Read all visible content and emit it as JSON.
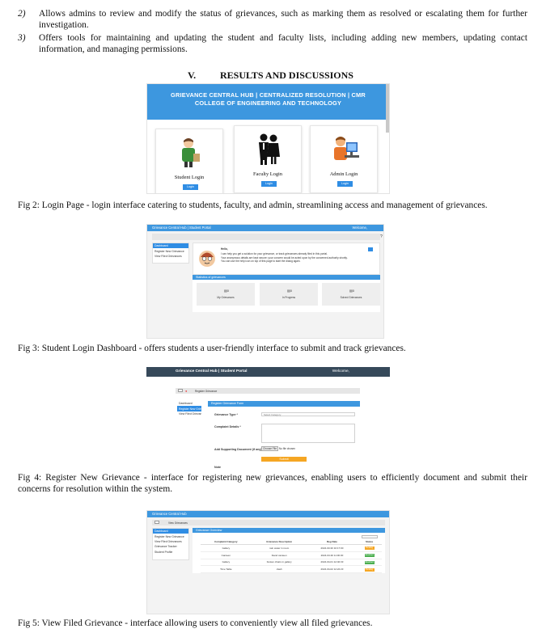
{
  "list_items": [
    {
      "num": "2)",
      "text": "Allows admins to review and modify the status of grievances, such as marking them as resolved or escalating them for further investigation."
    },
    {
      "num": "3)",
      "text": "Offers tools for maintaining and updating the student and faculty lists, including adding new members, updating contact information, and managing permissions."
    }
  ],
  "section": {
    "number": "V.",
    "title": "RESULTS AND DISCUSSIONS"
  },
  "fig2": {
    "banner": "GRIEVANCE CENTRAL HUB | CENTRALIZED RESOLUTION | CMR COLLEGE OF ENGINEERING AND TECHNOLOGY",
    "cards": [
      {
        "label": "Student Login",
        "button": "Login",
        "icon": "student-icon"
      },
      {
        "label": "Faculty Login",
        "button": "Login",
        "icon": "faculty-icon"
      },
      {
        "label": "Admin Login",
        "button": "Login",
        "icon": "admin-icon"
      }
    ],
    "caption": "Fig 2: Login Page - login interface catering to students, faculty, and admin, streamlining access and management of grievances."
  },
  "fig3": {
    "title": "Grievance Central Hub | Student Portal",
    "welcome": "Welcome,",
    "sidebar": [
      "Dashboard",
      "Register New Grievance",
      "View Filed Grievances"
    ],
    "hello": "Hello,",
    "intro_lines": [
      "I can help you get a solution for your grievance, or track grievances already filed in this portal.",
      "Your anonymous details are kept secure; your concern would be acted upon by the concerned authority shortly.",
      "You can use the help icon on top of this page to start the dialog again."
    ],
    "stats_title": "Statistics of grievances",
    "stats": [
      {
        "count": "0",
        "label": "My Grievances"
      },
      {
        "count": "0",
        "label": "In Progress"
      },
      {
        "count": "0",
        "label": "Solved Grievances"
      }
    ],
    "caption": "Fig 3: Student Login Dashboard - offers students a user-friendly interface to submit and track grievances."
  },
  "fig4": {
    "title": "Grievance Central Hub | Student Portal",
    "welcome": "Welcome,",
    "breadcrumb": "Register Grievance",
    "sidebar": [
      "Dashboard",
      "Register New Grievance",
      "View Filed Grievances"
    ],
    "form_title": "Register Grievance Form",
    "grievance_type_label": "Grievance Type *",
    "grievance_type_value": "Select Category",
    "details_label": "Complaint Details *",
    "document_label": "Add Supporting Document (if any)",
    "file_button": "Choose File",
    "file_value": "No file chosen",
    "submit": "Submit",
    "note_label": "Note",
    "caption": "Fig 4: Register New Grievance - interface for registering new grievances, enabling users to efficiently document and submit their concerns for resolution within the system."
  },
  "fig5": {
    "title": "Grievance Central Hub",
    "breadcrumb": "View Grievances",
    "sidebar": [
      "Dashboard",
      "Register New Grievance",
      "View Filed Grievances",
      "Grievance Tracker",
      "Student Profile"
    ],
    "panel_title": "Grievance Overview",
    "columns": [
      "Complaint Category",
      "Grievance Description",
      "Reg Date",
      "Status"
    ],
    "rows": [
      {
        "category": "Gallery",
        "description": "rain water in room",
        "date": "2024-03-30 10:17:00",
        "status": "Pending"
      },
      {
        "category": "Canteen",
        "description": "bland canteen",
        "date": "2024-03-30 11:00:30",
        "status": "Resolved"
      },
      {
        "category": "Gallery",
        "description": "broken chairs in gallery",
        "date": "2024-04-01 12:40:33",
        "status": "Resolved"
      },
      {
        "category": "Time Table",
        "description": "clash",
        "date": "2024-04-02 12:22:23",
        "status": "Pending"
      }
    ],
    "caption": "Fig 5: View Filed Grievance - interface allowing users to conveniently view all filed grievances."
  }
}
